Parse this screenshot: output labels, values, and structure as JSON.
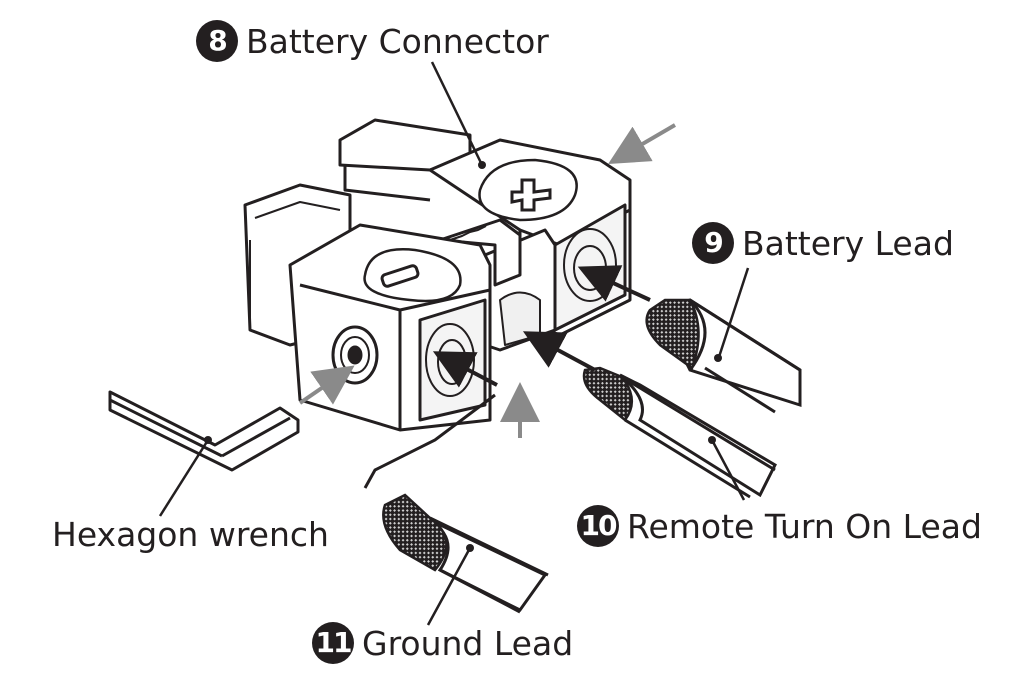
{
  "labels": {
    "battery_connector": {
      "number": "8",
      "text": "Battery Connector"
    },
    "battery_lead": {
      "number": "9",
      "text": "Battery Lead"
    },
    "remote_turn_on_lead": {
      "number": "10",
      "text": "Remote Turn On Lead"
    },
    "ground_lead": {
      "number": "11",
      "text": "Ground Lead"
    },
    "hexagon_wrench": {
      "text": "Hexagon wrench"
    }
  },
  "connector": {
    "plus_symbol": "+",
    "minus_symbol": "−"
  },
  "colors": {
    "ink": "#231f20",
    "arrow_gray": "#8a8a8a",
    "paper": "#ffffff"
  }
}
